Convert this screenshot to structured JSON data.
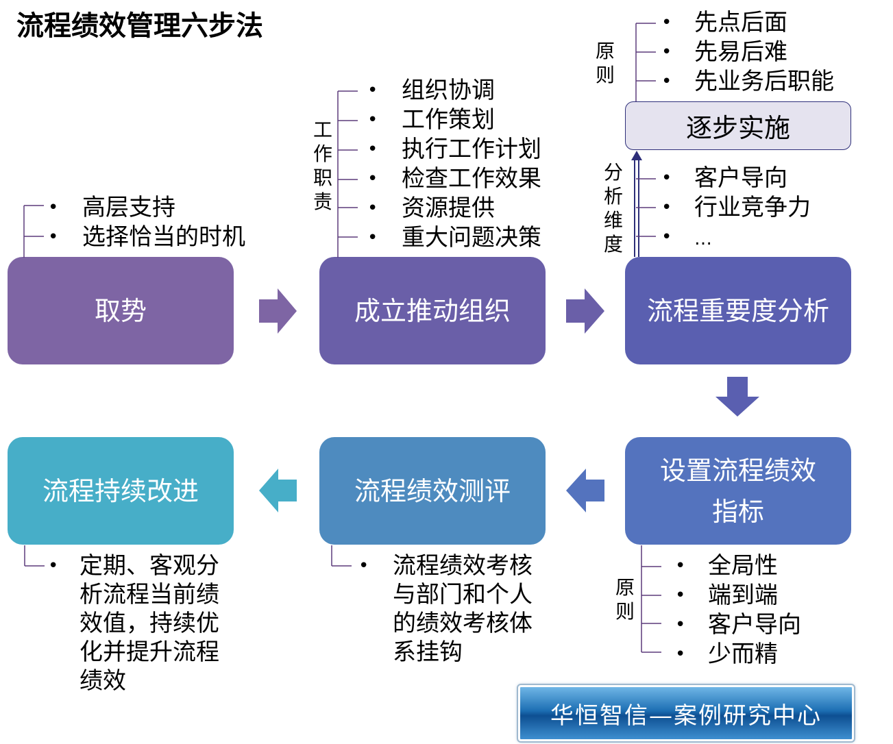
{
  "title": "流程绩效管理六步法",
  "steps": {
    "s1": "取势",
    "s2": "成立推动组织",
    "s3": "流程重要度分析",
    "s4_line1": "设置流程绩效",
    "s4_line2": "指标",
    "s5": "流程绩效测评",
    "s6": "流程持续改进"
  },
  "step_implement": "逐步实施",
  "s1_bullets": [
    "高层支持",
    "选择恰当的时机"
  ],
  "s2_label": [
    "工",
    "作",
    "职",
    "责"
  ],
  "s2_bullets": [
    "组织协调",
    "工作策划",
    "执行工作计划",
    "检查工作效果",
    "资源提供",
    "重大问题决策"
  ],
  "principle_top_label": [
    "原",
    "则"
  ],
  "principle_top_bullets": [
    "先点后面",
    "先易后难",
    "先业务后职能"
  ],
  "analysis_label": [
    "分",
    "析",
    "维",
    "度"
  ],
  "analysis_bullets": [
    "客户导向",
    "行业竞争力",
    "…"
  ],
  "principle_bottom_label": [
    "原",
    "则"
  ],
  "principle_bottom_bullets": [
    "全局性",
    "端到端",
    "客户导向",
    "少而精"
  ],
  "s5_text": [
    "流程绩效考核",
    "与部门和个人",
    "的绩效考核体",
    "系挂钩"
  ],
  "s6_text": [
    "定期、客观分",
    "析流程当前绩",
    "效值，持续优",
    "化并提升流程",
    "绩效"
  ],
  "bullet_char": "•",
  "footer": "华恒智信—案例研究中心",
  "colors": {
    "step1": "#7e65a4",
    "step2": "#6a5fa8",
    "step3": "#5a5fb0",
    "step4": "#5473be",
    "step5": "#4e8bbf",
    "step6": "#47aec8",
    "bracket": "#5b3a7a"
  }
}
